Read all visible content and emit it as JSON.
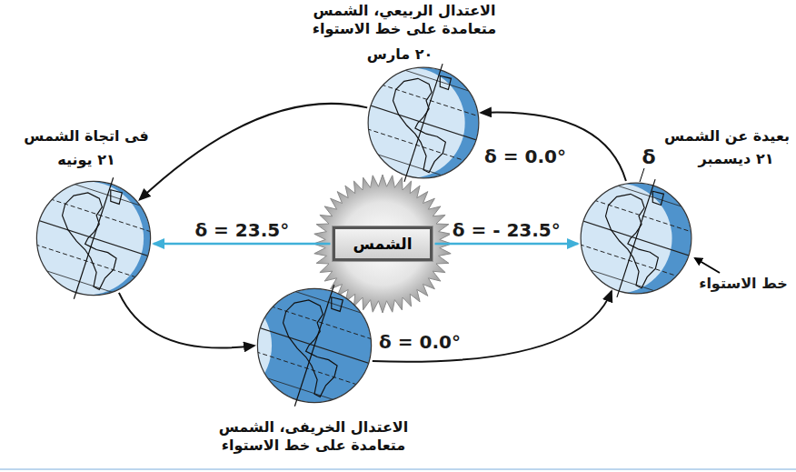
{
  "diagram": {
    "nodes": [
      {
        "text": [
          "الاعتدال الربيعي، الشمس متعامدة على خط الاستواء",
          "٢٠ مارس"
        ]
      },
      {
        "text": [
          "فى اتجاة الشمس",
          "٢١ يونيه"
        ]
      },
      {
        "text": [
          "الشمس"
        ]
      },
      {
        "text": [
          "بعيدة عن الشمس",
          "٢١ ديسمبر"
        ]
      },
      {
        "text": [
          "الاعتدال الخريفى، الشمس متعامدة على خط الاستواء"
        ]
      }
    ],
    "edges": [
      {
        "from": 0,
        "to": 1,
        "arrow": "to"
      },
      {
        "from": 1,
        "to": 4,
        "arrow": "to"
      },
      {
        "from": 4,
        "to": 3,
        "arrow": "to"
      },
      {
        "from": 3,
        "to": 0,
        "arrow": "to"
      },
      {
        "from": 2,
        "to": 1,
        "label": "δ = 23.5°",
        "arrow": "to"
      },
      {
        "from": 2,
        "to": 3,
        "label": "δ = - 23.5°",
        "arrow": "to"
      }
    ],
    "labels": [
      "δ = 0.0°",
      "δ = 0.0°",
      "δ",
      "خط الاستواء"
    ]
  }
}
